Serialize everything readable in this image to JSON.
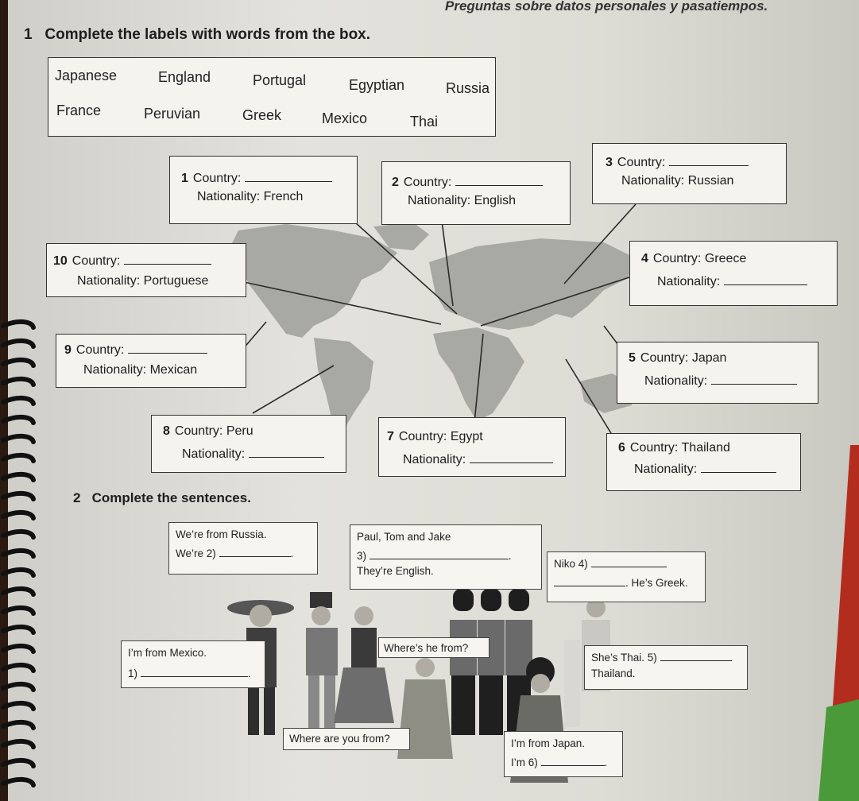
{
  "top_caption": "Preguntas sobre datos personales y pasatiempos.",
  "ex1": {
    "number": "1",
    "instruction": "Complete the labels with words from the box.",
    "word_box": [
      "Japanese",
      "England",
      "Portugal",
      "Egyptian",
      "Russia",
      "France",
      "Peruvian",
      "Greek",
      "Mexico",
      "Thai"
    ],
    "labels": [
      {
        "num": "1",
        "line1": "Country:",
        "line2": "Nationality: French"
      },
      {
        "num": "2",
        "line1": "Country:",
        "line2": "Nationality: English"
      },
      {
        "num": "3",
        "line1": "Country:",
        "line2": "Nationality: Russian"
      },
      {
        "num": "4",
        "line1": "Country: Greece",
        "line2": "Nationality:"
      },
      {
        "num": "5",
        "line1": "Country: Japan",
        "line2": "Nationality:"
      },
      {
        "num": "6",
        "line1": "Country: Thailand",
        "line2": "Nationality:"
      },
      {
        "num": "7",
        "line1": "Country: Egypt",
        "line2": "Nationality:"
      },
      {
        "num": "8",
        "line1": "Country: Peru",
        "line2": "Nationality:"
      },
      {
        "num": "9",
        "line1": "Country:",
        "line2": "Nationality: Mexican"
      },
      {
        "num": "10",
        "line1": "Country:",
        "line2": "Nationality: Portuguese"
      }
    ]
  },
  "ex2": {
    "number": "2",
    "instruction": "Complete the sentences.",
    "bubbles": {
      "russia_1": "We’re from Russia.",
      "russia_2": "We’re 2)",
      "english_1": "Paul, Tom and Jake",
      "english_2": "3)",
      "english_3": "They’re English.",
      "greek_1": "Niko 4)",
      "greek_2": ". He’s Greek.",
      "mexico_1": "I’m from Mexico.",
      "mexico_2": "1)",
      "where_he": "Where’s he from?",
      "thai_1": "She’s Thai. 5)",
      "thai_2": "Thailand.",
      "where_you": "Where are you from?",
      "japan_1": "I’m from Japan.",
      "japan_2": "I’m 6)"
    }
  },
  "colors": {
    "map_land": "#a8a8a2",
    "box_border": "#333333",
    "paper": "#e1e0da"
  }
}
